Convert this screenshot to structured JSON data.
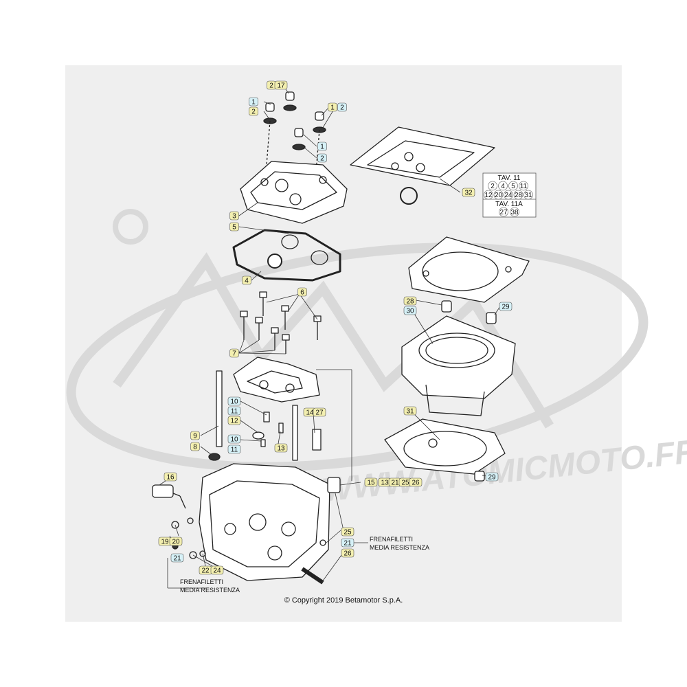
{
  "colors": {
    "page_bg": "#ffffff",
    "sheet_bg": "#efefef",
    "callout_yellow": "#f3efb0",
    "callout_cyan": "#d6f1f7",
    "part_stroke": "#222222",
    "watermark": "#d9d9d9"
  },
  "watermark": {
    "text": "WWW.ATOMICMOTO.FR"
  },
  "labels": {
    "l1a": "1",
    "l2a": "2",
    "l2b": "2",
    "l17": "17",
    "l1b": "1",
    "l2c": "2",
    "l1c": "1",
    "l2d": "2",
    "l3": "3",
    "l5": "5",
    "l4": "4",
    "l6": "6",
    "l7": "7",
    "l10a": "10",
    "l11a": "11",
    "l12": "12",
    "l14": "14",
    "l27": "27",
    "l9": "9",
    "l8": "8",
    "l10b": "10",
    "l11b": "11",
    "l13": "13",
    "l16": "16",
    "l15": "15",
    "l13b": "13",
    "l21b": "21",
    "l25b": "25",
    "l26b": "26",
    "l19": "19",
    "l20": "20",
    "l21c": "21",
    "l22": "22",
    "l24": "24",
    "l25": "25",
    "l21": "21",
    "l26": "26",
    "l32": "32",
    "l28": "28",
    "l30": "30",
    "l29a": "29",
    "l31": "31",
    "l29b": "29"
  },
  "notes": {
    "thread_lock_right_1": "FRENAFILETTI",
    "thread_lock_right_2": "MEDIA RESISTENZA",
    "thread_lock_left_1": "FRENAFILETTI",
    "thread_lock_left_2": "MEDIA RESISTENZA"
  },
  "ref_table": {
    "title_1": "TAV. 11",
    "row_1": [
      "2",
      "4",
      "5",
      "11"
    ],
    "row_2": [
      "12",
      "20",
      "24",
      "28",
      "31"
    ],
    "title_2": "TAV. 11A",
    "row_3": [
      "27",
      "38"
    ]
  },
  "copyright": "© Copyright 2019 Betamotor S.p.A."
}
